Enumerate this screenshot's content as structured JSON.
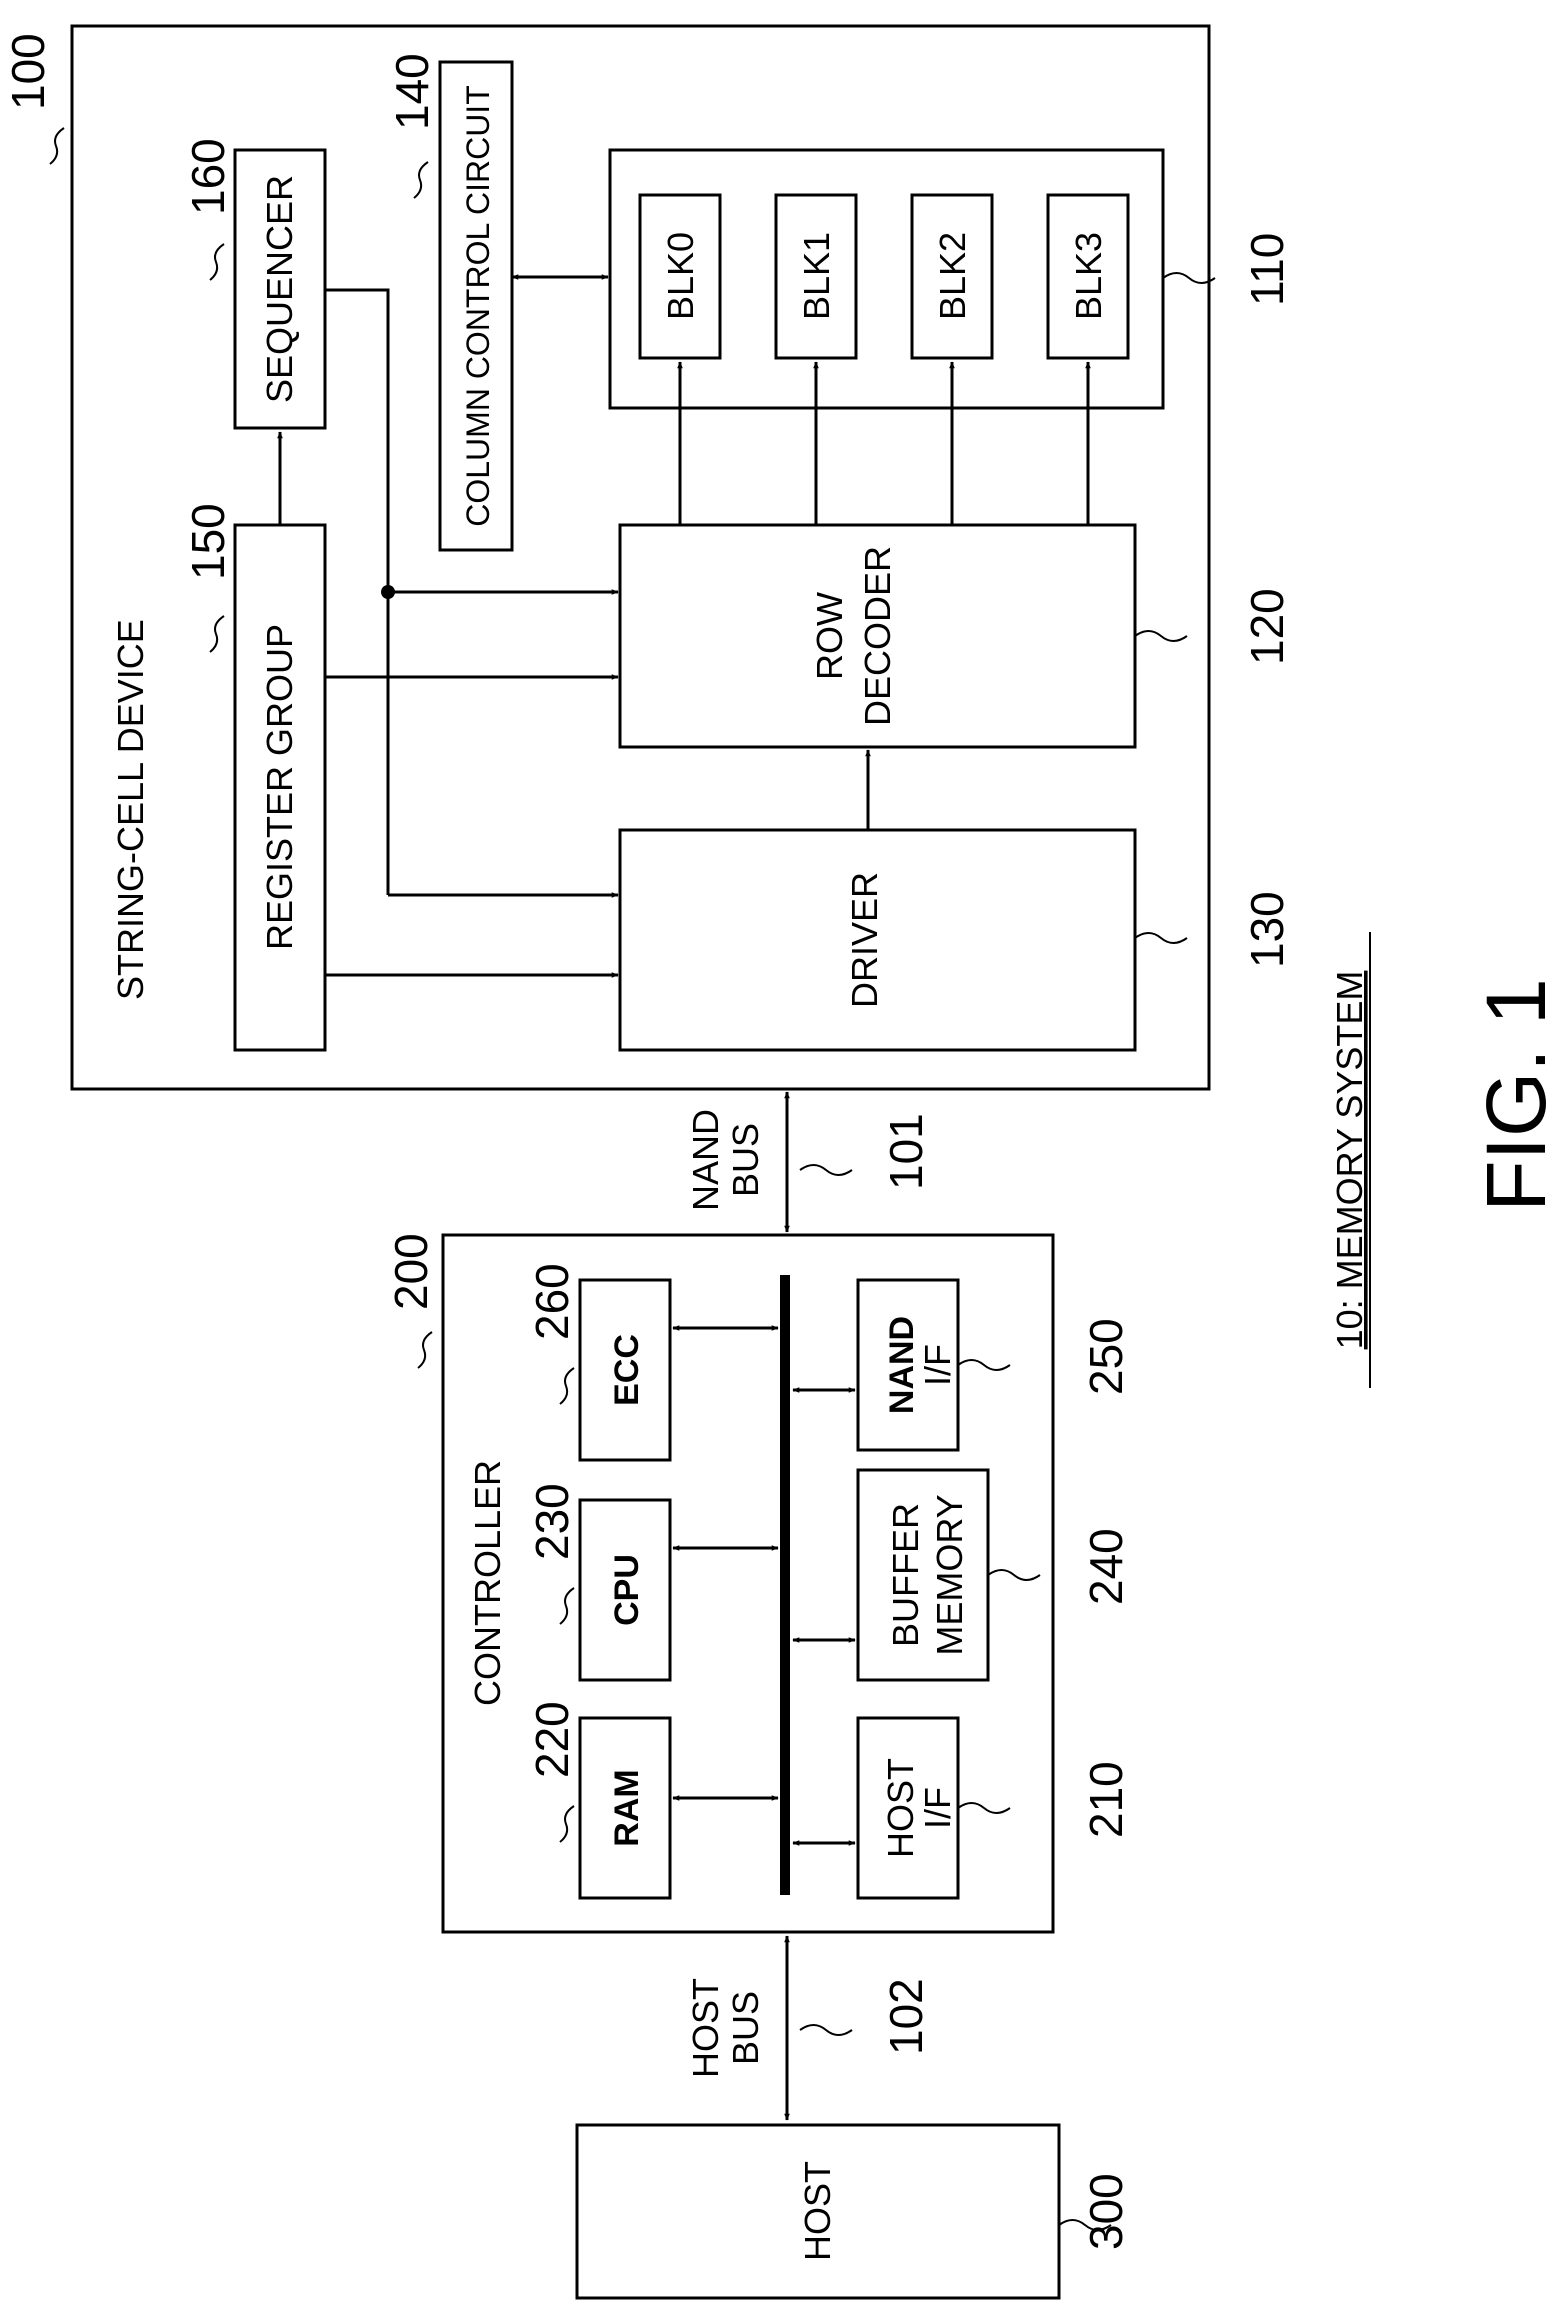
{
  "system": {
    "name": "10: MEMORY SYSTEM",
    "figure": "FIG. 1"
  },
  "string_cell_device": {
    "title": "STRING-CELL DEVICE",
    "ref": "100",
    "blocks": {
      "register_group": {
        "label": "REGISTER GROUP",
        "ref": "150"
      },
      "sequencer": {
        "label": "SEQUENCER",
        "ref": "160"
      },
      "column_control": {
        "label": "COLUMN CONTROL CIRCUIT",
        "ref": "140"
      },
      "memory_array": {
        "ref": "110",
        "blocks": [
          "BLK0",
          "BLK1",
          "BLK2",
          "BLK3"
        ]
      },
      "row_decoder": {
        "label_line1": "ROW",
        "label_line2": "DECODER",
        "ref": "120"
      },
      "driver": {
        "label": "DRIVER",
        "ref": "130"
      }
    }
  },
  "nand_bus": {
    "label_line1": "NAND",
    "label_line2": "BUS",
    "ref": "101"
  },
  "host_bus": {
    "label_line1": "HOST",
    "label_line2": "BUS",
    "ref": "102"
  },
  "controller": {
    "title": "CONTROLLER",
    "ref": "200",
    "blocks": {
      "ram": {
        "label": "RAM",
        "ref": "220"
      },
      "cpu": {
        "label": "CPU",
        "ref": "230"
      },
      "ecc": {
        "label": "ECC",
        "ref": "260"
      },
      "host_if": {
        "label_line1": "HOST",
        "label_line2": "I/F",
        "ref": "210"
      },
      "buffer_memory": {
        "label_line1": "BUFFER",
        "label_line2": "MEMORY",
        "ref": "240"
      },
      "nand_if": {
        "label_line1": "NAND",
        "label_line2": "I/F",
        "ref": "250"
      }
    }
  },
  "host": {
    "label": "HOST",
    "ref": "300"
  }
}
